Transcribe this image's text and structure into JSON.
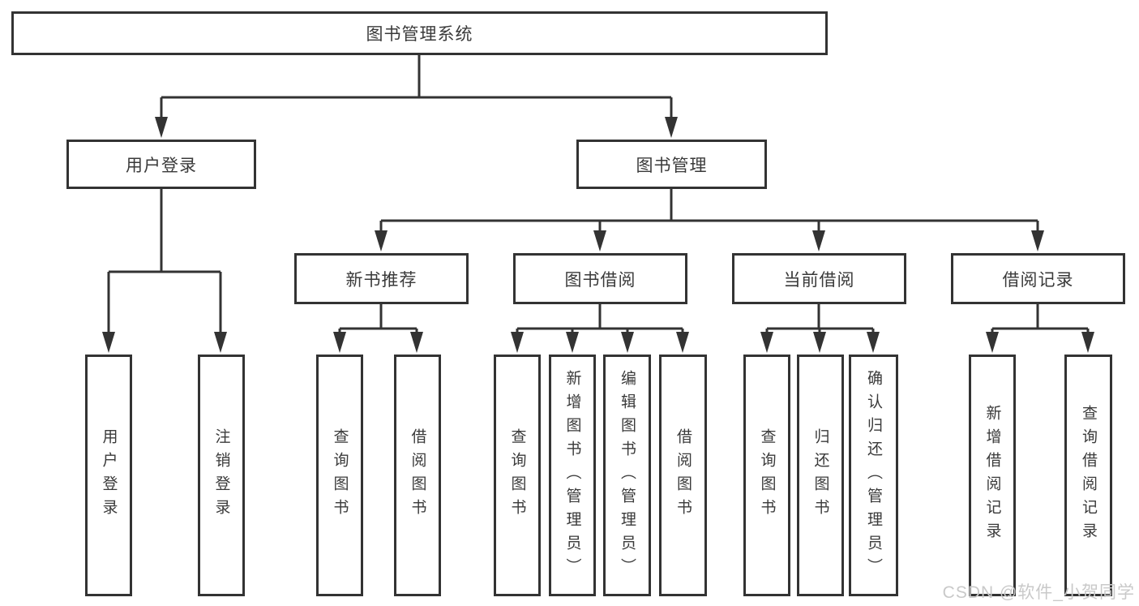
{
  "diagram": {
    "title": "图书管理系统",
    "branches": [
      {
        "label": "用户登录",
        "children": [
          "用户登录",
          "注销登录"
        ]
      },
      {
        "label": "图书管理",
        "sections": [
          {
            "label": "新书推荐",
            "children": [
              "查询图书",
              "借阅图书"
            ]
          },
          {
            "label": "图书借阅",
            "children": [
              "查询图书",
              "新增图书（管理员）",
              "编辑图书（管理员）",
              "借阅图书"
            ]
          },
          {
            "label": "当前借阅",
            "children": [
              "查询图书",
              "归还图书",
              "确认归还（管理员）"
            ]
          },
          {
            "label": "借阅记录",
            "children": [
              "新增借阅记录",
              "查询借阅记录"
            ]
          }
        ]
      }
    ],
    "watermark": "CSDN @软件_小贺同学",
    "colors": {
      "line": "#333333",
      "box_border": "#333333",
      "text": "#3a3a3a",
      "background": "#ffffff",
      "watermark": "#c9c9c9"
    }
  }
}
